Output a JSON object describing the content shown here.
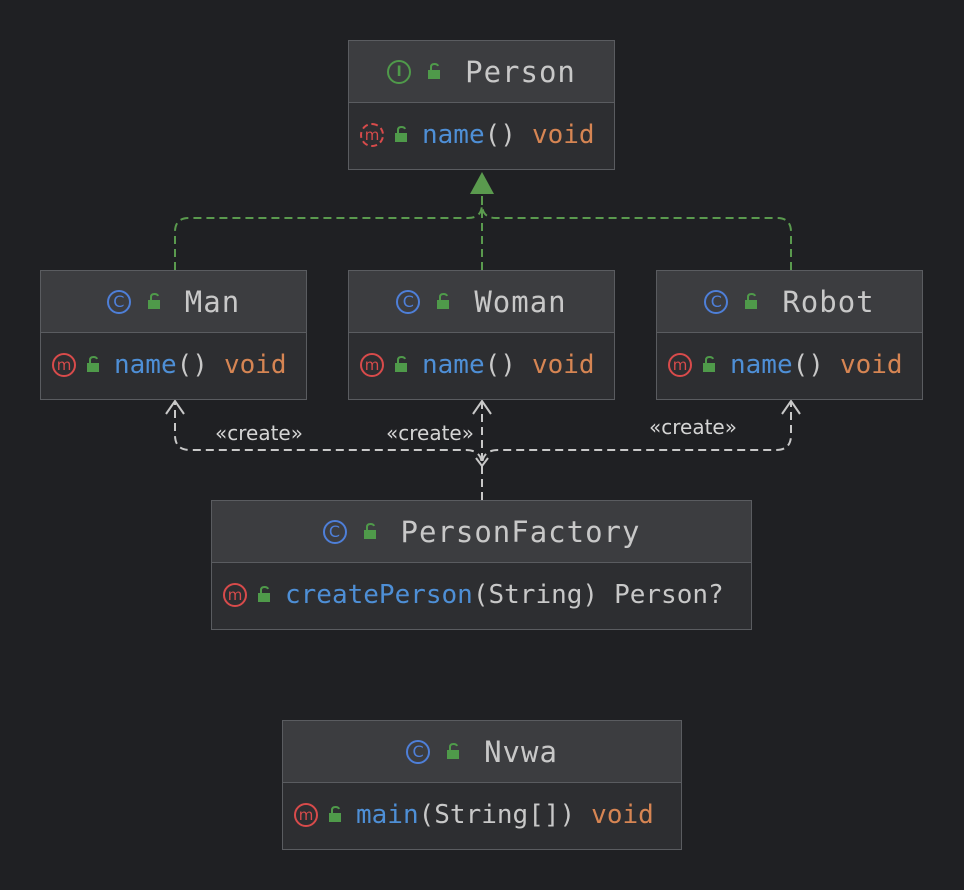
{
  "colors": {
    "background": "#1f2023",
    "realization_edge": "#5a9a4e",
    "dependency_edge": "#c8c8c8",
    "class_badge": "#4e7fd8",
    "interface_badge": "#4f9a4a",
    "method_badge": "#d84b4b",
    "method_name": "#4e8fd6",
    "return_type": "#d68553"
  },
  "nodes": {
    "person": {
      "kind_icon": "interface-icon",
      "kind_letter": "I",
      "name": "Person",
      "method": {
        "name": "name",
        "params": "()",
        "return": "void"
      }
    },
    "man": {
      "kind_icon": "class-icon",
      "kind_letter": "C",
      "name": "Man",
      "method": {
        "name": "name",
        "params": "()",
        "return": "void"
      }
    },
    "woman": {
      "kind_icon": "class-icon",
      "kind_letter": "C",
      "name": "Woman",
      "method": {
        "name": "name",
        "params": "()",
        "return": "void"
      }
    },
    "robot": {
      "kind_icon": "class-icon",
      "kind_letter": "C",
      "name": "Robot",
      "method": {
        "name": "name",
        "params": "()",
        "return": "void"
      }
    },
    "factory": {
      "kind_icon": "class-icon",
      "kind_letter": "C",
      "name": "PersonFactory",
      "method": {
        "name": "createPerson",
        "params": "(String)",
        "return": "Person?"
      }
    },
    "nvwa": {
      "kind_icon": "class-icon",
      "kind_letter": "C",
      "name": "Nvwa",
      "method": {
        "name": "main",
        "params": "(String[])",
        "return": "void"
      }
    }
  },
  "method_letter": "m",
  "edges": {
    "create_label": "«create»"
  }
}
